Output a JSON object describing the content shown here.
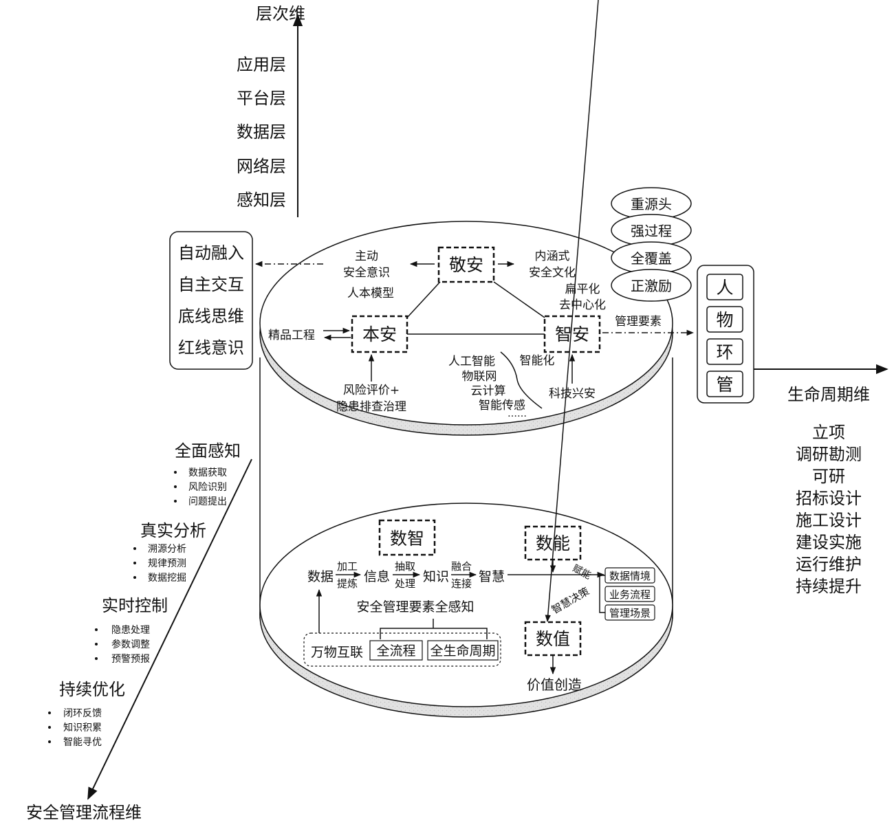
{
  "axes": {
    "vertical": {
      "title": "层次维",
      "items": [
        "应用层",
        "平台层",
        "数据层",
        "网络层",
        "感知层"
      ]
    },
    "horizontal": {
      "title": "生命周期维",
      "items": [
        "立项",
        "调研勘测",
        "可研",
        "招标设计",
        "施工设计",
        "建设实施",
        "运行维护",
        "持续提升"
      ]
    },
    "diagonal": {
      "title": "安全管理流程维",
      "stages": [
        {
          "title": "全面感知",
          "bullets": [
            "数据获取",
            "风险识别",
            "问题提出"
          ]
        },
        {
          "title": "真实分析",
          "bullets": [
            "溯源分析",
            "规律预测",
            "数据挖掘"
          ]
        },
        {
          "title": "实时控制",
          "bullets": [
            "隐患处理",
            "参数调整",
            "预警预报"
          ]
        },
        {
          "title": "持续优化",
          "bullets": [
            "闭环反馈",
            "知识积累",
            "智能寻优"
          ]
        }
      ]
    }
  },
  "left_box": [
    "自动融入",
    "自主交互",
    "底线思维",
    "红线意识"
  ],
  "ovals": [
    "重源头",
    "强过程",
    "全覆盖",
    "正激励"
  ],
  "right_box": [
    "人",
    "物",
    "环",
    "管"
  ],
  "top_disk": {
    "jingan": "敬安",
    "benan": "本安",
    "zhian": "智安",
    "zhudong": [
      "主动",
      "安全意识"
    ],
    "renben": "人本模型",
    "neihan": [
      "内涵式",
      "安全文化"
    ],
    "bianping": [
      "扁平化",
      "去中心化"
    ],
    "guanli": "管理要素",
    "jingpin": "精品工程",
    "fengxian": [
      "风险评价+",
      "隐患排查治理"
    ],
    "zhinenghua": "智能化",
    "tech_list": [
      "人工智能",
      "物联网",
      "云计算",
      "智能传感",
      "……"
    ],
    "kejixingan": "科技兴安"
  },
  "bottom_disk": {
    "shuzhi": "数智",
    "shuneng": "数能",
    "shuzhi2": "数值",
    "flow": [
      "数据",
      "信息",
      "知识",
      "智慧"
    ],
    "flow_labels": [
      [
        "加工",
        "提炼"
      ],
      [
        "抽取",
        "处理"
      ],
      [
        "融合",
        "连接"
      ]
    ],
    "funeng": "赋能",
    "zhihuijuece": "智慧决策",
    "scenes": [
      "数据情境",
      "业务流程",
      "管理场景"
    ],
    "perception_title": "安全管理要素全感知",
    "wanwu": "万物互联",
    "quanliucheng": "全流程",
    "quanshengming": "全生命周期",
    "jiazhi": "价值创造"
  }
}
